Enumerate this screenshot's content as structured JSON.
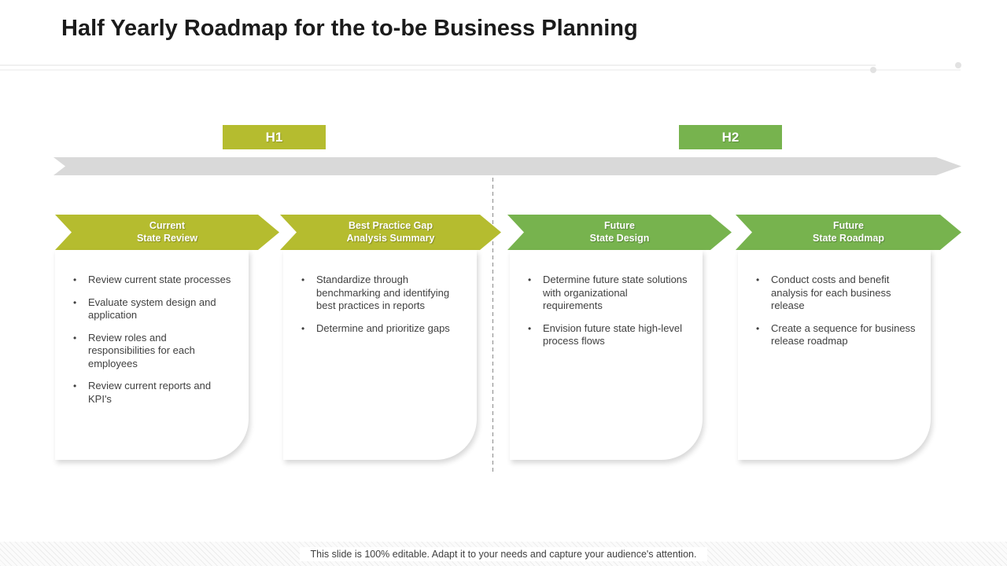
{
  "title": "Half Yearly Roadmap for the to-be Business Planning",
  "periods": [
    {
      "label": "H1",
      "color": "#b5bc2f"
    },
    {
      "label": "H2",
      "color": "#77b34e"
    }
  ],
  "colors": {
    "stage_yellow_green": "#b5bc2f",
    "stage_green": "#77b34e",
    "timeline_gray": "#d9d9d9",
    "body_text": "#404040"
  },
  "columns": [
    {
      "title1": "Current",
      "title2": "State Review",
      "bullets": [
        "Review current state processes",
        "Evaluate system design and application",
        "Review roles and responsibilities for each employees",
        "Review current reports and KPI's"
      ]
    },
    {
      "title1": "Best Practice Gap",
      "title2": "Analysis Summary",
      "bullets": [
        "Standardize through benchmarking and identifying best practices in reports",
        "Determine and prioritize gaps"
      ]
    },
    {
      "title1": "Future",
      "title2": "State Design",
      "bullets": [
        "Determine future state solutions with organizational requirements",
        "Envision future state high-level process flows"
      ]
    },
    {
      "title1": "Future",
      "title2": "State Roadmap",
      "bullets": [
        "Conduct costs and benefit analysis for each business release",
        "Create a sequence for business release roadmap"
      ]
    }
  ],
  "footer": "This slide is 100% editable. Adapt it to your needs and capture your audience's attention."
}
